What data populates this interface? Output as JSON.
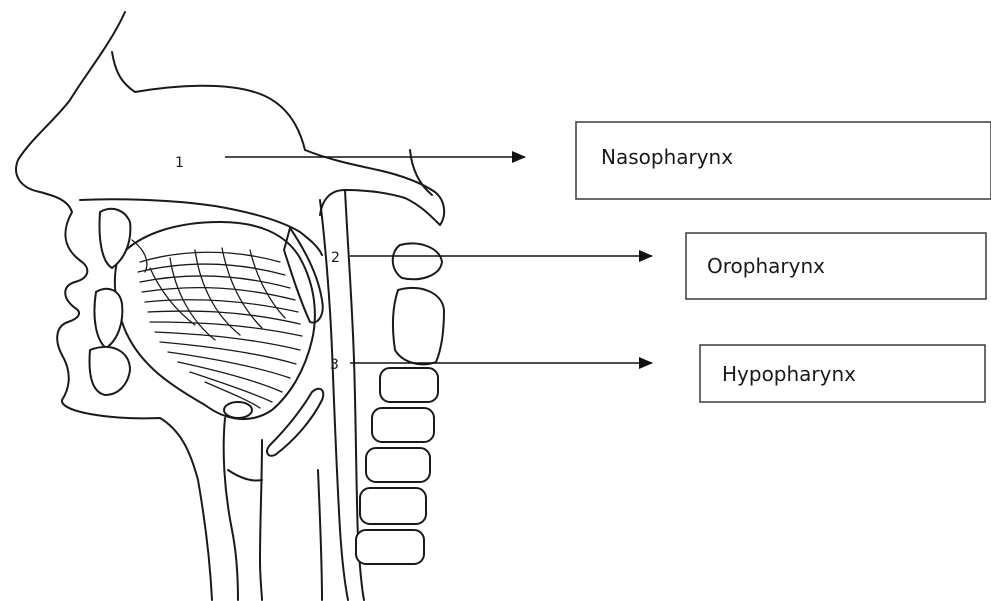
{
  "regions": [
    {
      "marker": "1",
      "label": "Nasopharynx"
    },
    {
      "marker": "2",
      "label": "Oropharynx"
    },
    {
      "marker": "3",
      "label": "Hypopharynx"
    }
  ],
  "colors": {
    "line": "#1a1a1a",
    "box_border": "#3a3a3a",
    "background": "#ffffff"
  }
}
